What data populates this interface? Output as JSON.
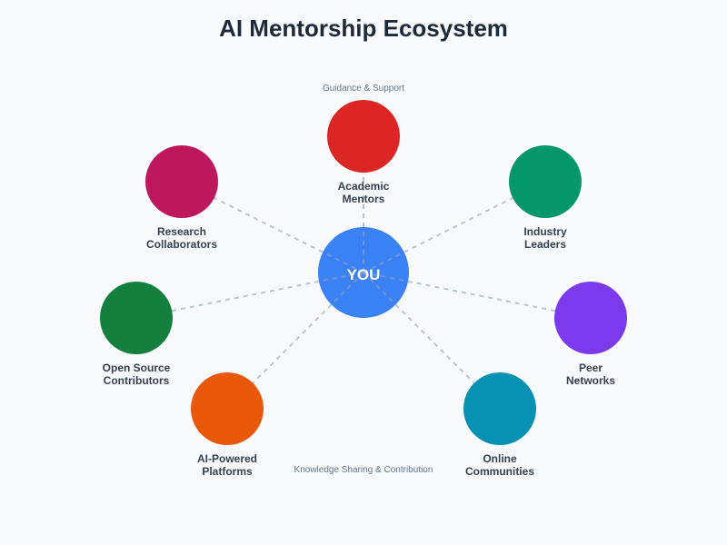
{
  "title": "AI Mentorship Ecosystem",
  "center": {
    "label": "YOU",
    "color": "#3b82f6"
  },
  "annotations": {
    "top": "Guidance & Support",
    "bottom": "Knowledge Sharing & Contribution"
  },
  "nodes": [
    {
      "line1": "Academic",
      "line2": "Mentors",
      "color": "#dc2626"
    },
    {
      "line1": "Industry",
      "line2": "Leaders",
      "color": "#059669"
    },
    {
      "line1": "Peer",
      "line2": "Networks",
      "color": "#7c3aed"
    },
    {
      "line1": "Online",
      "line2": "Communities",
      "color": "#0891b2"
    },
    {
      "line1": "AI-Powered",
      "line2": "Platforms",
      "color": "#ea580c"
    },
    {
      "line1": "Open Source",
      "line2": "Contributors",
      "color": "#15803d"
    },
    {
      "line1": "Research",
      "line2": "Collaborators",
      "color": "#be185d"
    }
  ]
}
